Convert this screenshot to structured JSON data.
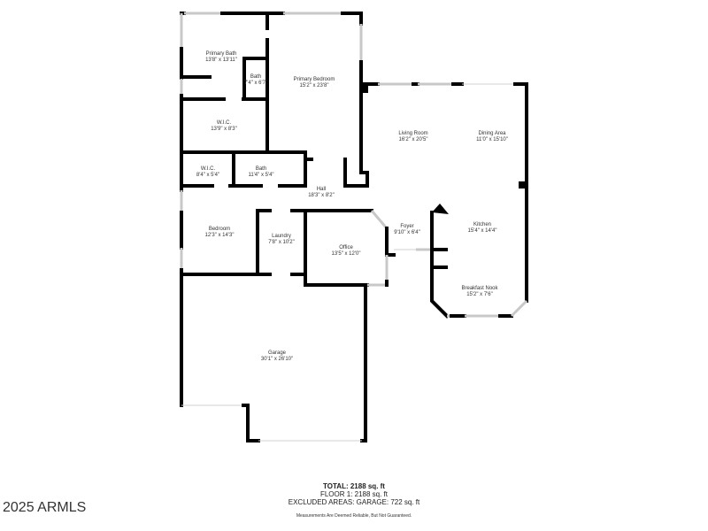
{
  "rooms": [
    {
      "name": "Primary Bath",
      "dims": "13'8\" x 13'11\""
    },
    {
      "name": "Bath",
      "dims": "7'4\" x 6'7\""
    },
    {
      "name": "Primary Bedroom",
      "dims": "15'2\" x 23'8\""
    },
    {
      "name": "W.I.C.",
      "dims": "13'9\" x 8'3\""
    },
    {
      "name": "W.I.C.",
      "dims": "8'4\" x 5'4\""
    },
    {
      "name": "Bath",
      "dims": "11'4\" x 5'4\""
    },
    {
      "name": "Hall",
      "dims": "18'3\" x 8'2\""
    },
    {
      "name": "Living Room",
      "dims": "16'2\" x 20'5\""
    },
    {
      "name": "Dining Area",
      "dims": "11'0\" x 15'10\""
    },
    {
      "name": "Bedroom",
      "dims": "12'3\" x 14'3\""
    },
    {
      "name": "Laundry",
      "dims": "7'8\" x 10'2\""
    },
    {
      "name": "Office",
      "dims": "13'5\" x 12'0\""
    },
    {
      "name": "Foyer",
      "dims": "9'10\" x 6'4\""
    },
    {
      "name": "Kitchen",
      "dims": "15'4\" x 14'4\""
    },
    {
      "name": "Breakfast Nook",
      "dims": "15'2\" x 7'6\""
    },
    {
      "name": "Garage",
      "dims": "30'1\" x 26'10\""
    }
  ],
  "summary": {
    "total": "TOTAL: 2188 sq. ft",
    "floor": "FLOOR 1: 2188 sq. ft",
    "excluded": "EXCLUDED AREAS: GARAGE: 722 sq. ft",
    "disclaimer": "Measurements Are Deemed Reliable, But Not Guaranteed."
  },
  "watermark": "2025 ARMLS"
}
